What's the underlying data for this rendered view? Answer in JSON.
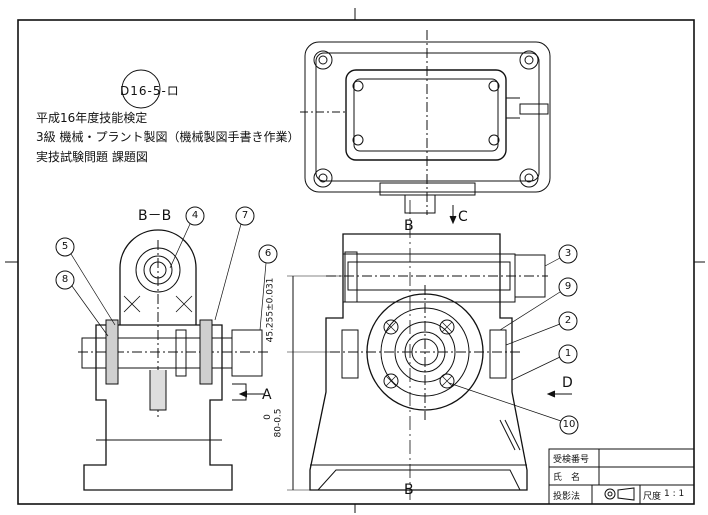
{
  "header": {
    "code": "D16-5-ロ",
    "line1": "平成16年度技能検定",
    "line2": "3級 機械・プラント製図（機械製図手書き作業）",
    "line3": "実技試験問題 課題図"
  },
  "views": {
    "section_label": "B－B",
    "view_c": "C",
    "view_a": "A",
    "view_d": "D",
    "mark_b_top": "B",
    "mark_b_bottom": "B"
  },
  "dimensions": {
    "center_height": "45.255±0.031",
    "base_height_top": "0",
    "base_height": "80-0.5"
  },
  "balloons": [
    "1",
    "2",
    "3",
    "4",
    "5",
    "6",
    "7",
    "8",
    "9",
    "10"
  ],
  "title_block": {
    "examinee_no": "受検番号",
    "name": "氏　名",
    "projection": "投影法",
    "scale_label": "尺度",
    "scale_value": "1 : 1"
  }
}
